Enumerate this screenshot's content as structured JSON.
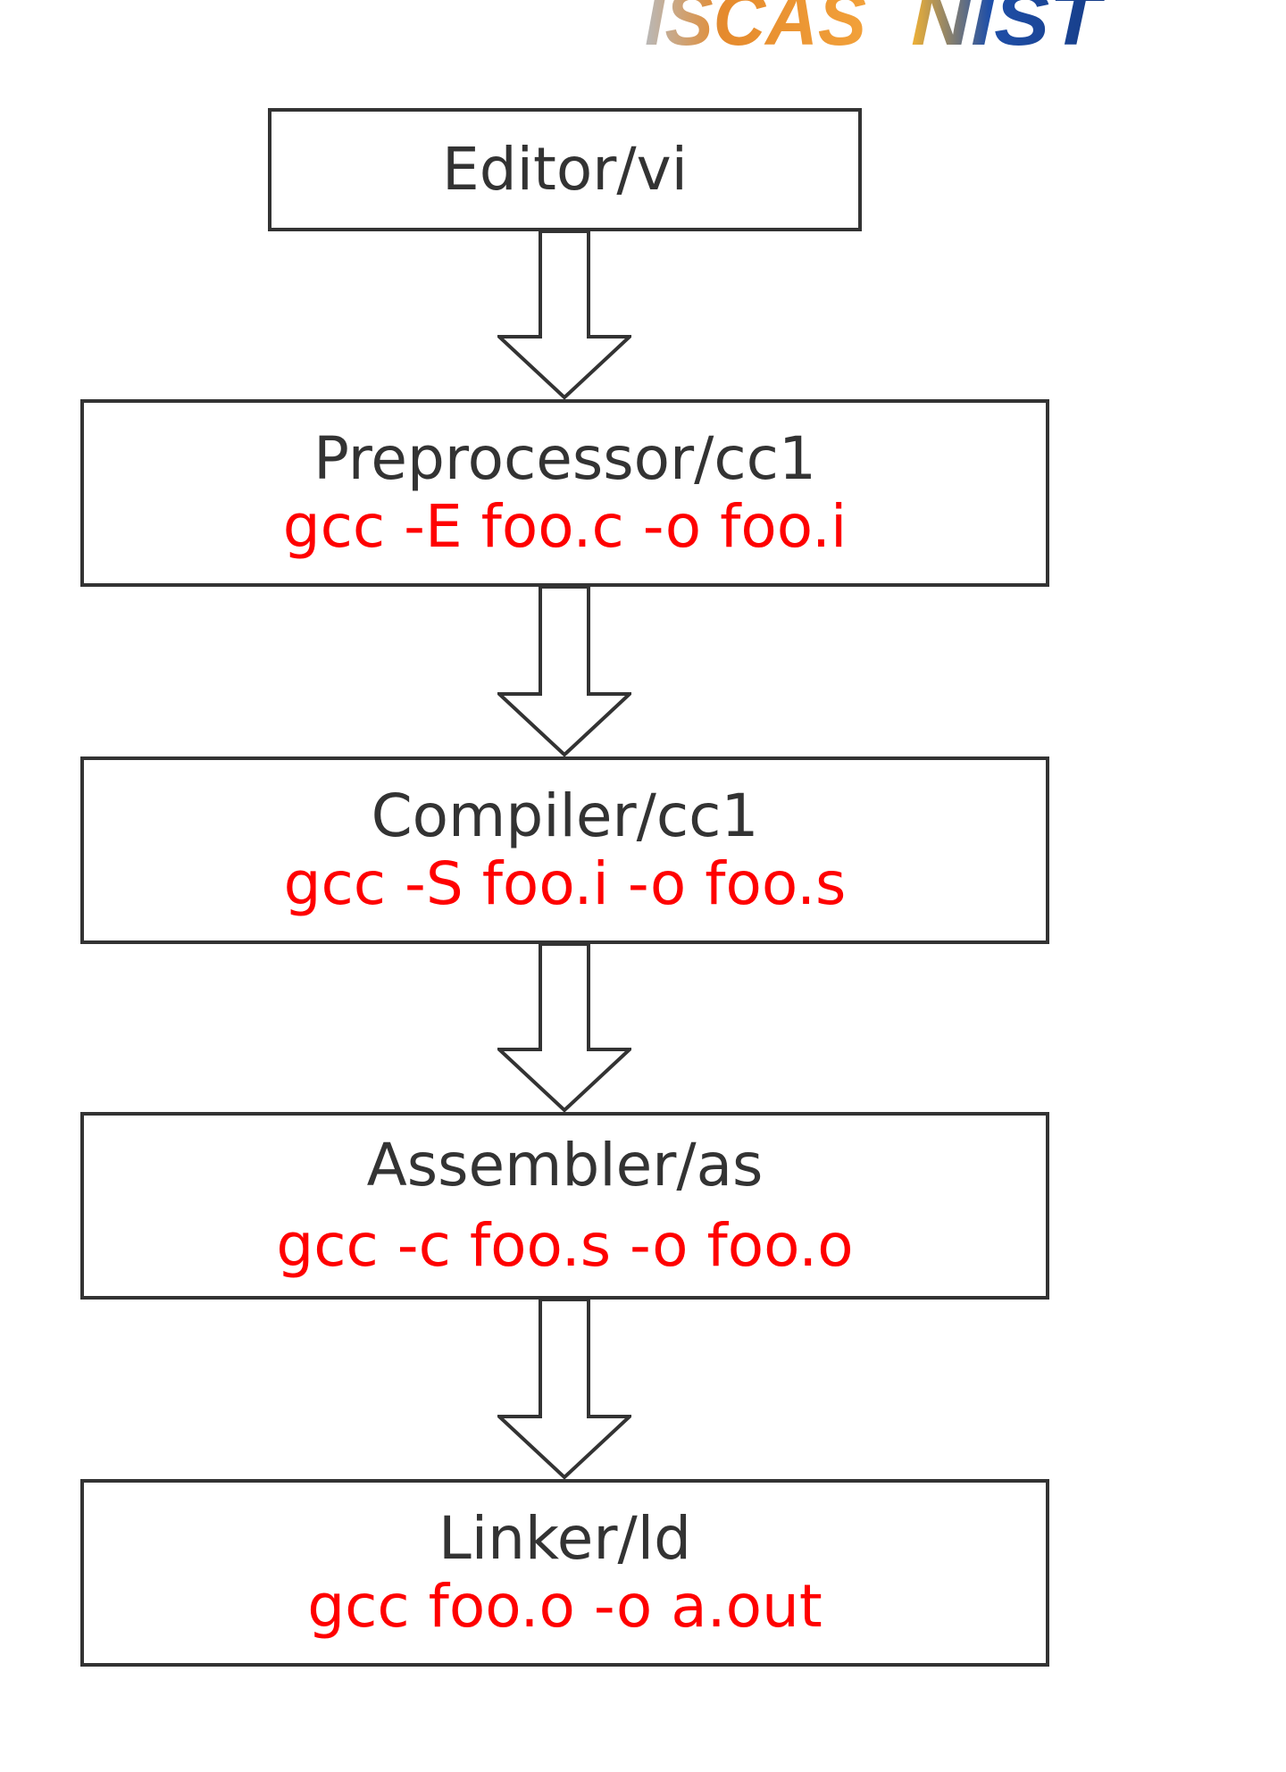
{
  "logos": {
    "left_text": "ISCAS",
    "right_text": "NIST"
  },
  "stages": [
    {
      "name": "Editor/vi",
      "command": ""
    },
    {
      "name": "Preprocessor/cc1",
      "command": "gcc -E foo.c -o foo.i"
    },
    {
      "name": "Compiler/cc1",
      "command": "gcc -S foo.i -o foo.s"
    },
    {
      "name": "Assembler/as",
      "command": "gcc -c foo.s -o foo.o"
    },
    {
      "name": "Linker/ld",
      "command": "gcc foo.o -o a.out"
    }
  ],
  "colors": {
    "stage_text": "#333333",
    "command_text": "#ff0000",
    "box_border": "#333333",
    "logo_iscas": "#e58a2d",
    "logo_nist": "#1f4fa8"
  }
}
